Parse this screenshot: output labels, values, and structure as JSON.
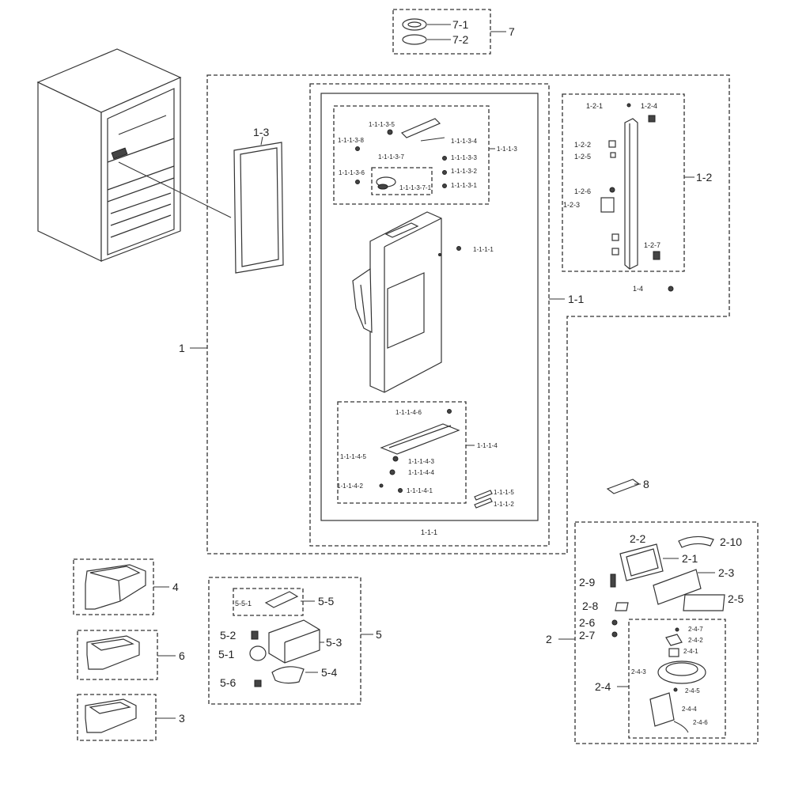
{
  "diagram": {
    "labels": {
      "l7": "7",
      "l7_1": "7-1",
      "l7_2": "7-2",
      "l1": "1",
      "l1_1": "1-1",
      "l1_1_1": "1-1-1",
      "l1_2": "1-2",
      "l1_3": "1-3",
      "l1_4": "1-4",
      "l1_2_1": "1-2-1",
      "l1_2_2": "1-2-2",
      "l1_2_3": "1-2-3",
      "l1_2_4": "1-2-4",
      "l1_2_5": "1-2-5",
      "l1_2_6": "1-2-6",
      "l1_2_7": "1-2-7",
      "l1_1_1_1": "1-1-1-1",
      "l1_1_1_2": "1-1-1-2",
      "l1_1_1_3": "1-1-1-3",
      "l1_1_1_4": "1-1-1-4",
      "l1_1_1_5": "1-1-1-5",
      "l1_1_1_3_1": "1-1-1-3-1",
      "l1_1_1_3_2": "1-1-1-3-2",
      "l1_1_1_3_3": "1-1-1-3-3",
      "l1_1_1_3_4": "1-1-1-3-4",
      "l1_1_1_3_5": "1-1-1-3-5",
      "l1_1_1_3_6": "1-1-1-3-6",
      "l1_1_1_3_7": "1-1-1-3-7",
      "l1_1_1_3_7_1": "1-1-1-3-7-1",
      "l1_1_1_3_8": "1-1-1-3-8",
      "l1_1_1_4_1": "1-1-1-4-1",
      "l1_1_1_4_2": "1-1-1-4-2",
      "l1_1_1_4_3": "1-1-1-4-3",
      "l1_1_1_4_4": "1-1-1-4-4",
      "l1_1_1_4_5": "1-1-1-4-5",
      "l1_1_1_4_6": "1-1-1-4-6",
      "l2": "2",
      "l2_1": "2-1",
      "l2_2": "2-2",
      "l2_3": "2-3",
      "l2_4": "2-4",
      "l2_5": "2-5",
      "l2_6": "2-6",
      "l2_7": "2-7",
      "l2_8": "2-8",
      "l2_9": "2-9",
      "l2_10": "2-10",
      "l2_4_1": "2-4-1",
      "l2_4_2": "2-4-2",
      "l2_4_3": "2-4-3",
      "l2_4_4": "2-4-4",
      "l2_4_5": "2-4-5",
      "l2_4_6": "2-4-6",
      "l2_4_7": "2-4-7",
      "l3": "3",
      "l4": "4",
      "l5": "5",
      "l6": "6",
      "l8": "8",
      "l5_1": "5-1",
      "l5_2": "5-2",
      "l5_3": "5-3",
      "l5_4": "5-4",
      "l5_5": "5-5",
      "l5_5_1": "5-5-1",
      "l5_6": "5-6"
    }
  }
}
